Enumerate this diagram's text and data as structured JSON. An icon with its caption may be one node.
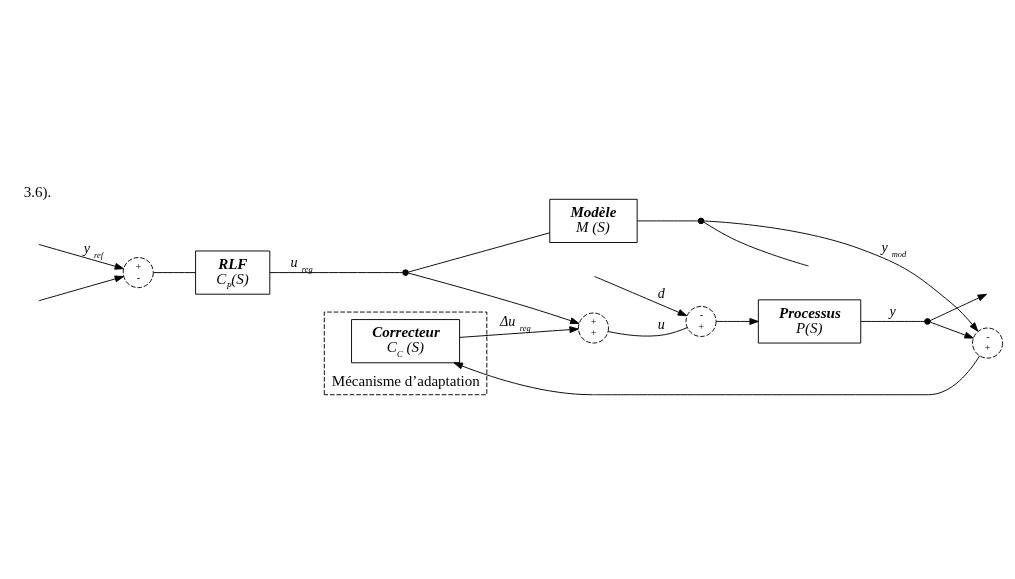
{
  "diagram": {
    "nodes": [
      {
        "text": [
          "+",
          "-"
        ]
      },
      {
        "text": [
          "RLF",
          "C$_{P}$(S)"
        ]
      },
      {
        "text": [],
        "shape": "circle"
      },
      {
        "text": [
          "+",
          "+"
        ]
      },
      {
        "text": [
          "-",
          "+"
        ]
      },
      {
        "text": [
          "Processus",
          "P(S)"
        ]
      },
      {
        "text": [],
        "shape": "circle"
      },
      {
        "text": [
          "Mécanisme d’adaptation"
        ]
      },
      {
        "text": [
          "Correcteur",
          "C$_{C}$ (S)"
        ],
        "in": 7
      },
      {
        "text": [
          "-",
          "+"
        ]
      },
      {
        "text": [
          "Modèle",
          "M (S)"
        ]
      },
      {
        "text": [],
        "shape": "circle"
      }
    ],
    "edges": [
      {
        "from": null,
        "to": 0,
        "arrow": "to",
        "label": "y $_{ref}$"
      },
      {
        "from": null,
        "to": 0,
        "arrow": "to"
      },
      {
        "from": 0,
        "to": 1,
        "arrow": "none"
      },
      {
        "from": 1,
        "to": 2,
        "arrow": "none",
        "label": "u $_{reg}$"
      },
      {
        "from": 2,
        "to": 3,
        "arrow": "to"
      },
      {
        "from": 3,
        "to": 4,
        "arrow": "none",
        "label": "u"
      },
      {
        "from": null,
        "to": 4,
        "arrow": "to",
        "label": "d"
      },
      {
        "from": 4,
        "to": 5,
        "arrow": "to"
      },
      {
        "from": 5,
        "to": 6,
        "arrow": "none",
        "label": "y"
      },
      {
        "from": 6,
        "to": null,
        "arrow": "to"
      },
      {
        "from": 6,
        "to": 9,
        "arrow": "to"
      },
      {
        "from": 9,
        "to": 8,
        "arrow": "to"
      },
      {
        "from": 8,
        "to": 3,
        "arrow": "to",
        "label": "Δu $_{reg}$"
      },
      {
        "from": 11,
        "to": 9,
        "arrow": "to",
        "label": "y $_{mod}$"
      },
      {
        "from": 2,
        "to": 10,
        "arrow": "none"
      },
      {
        "from": 10,
        "to": 11,
        "arrow": "none"
      },
      {
        "from": 11,
        "to": null,
        "arrow": "none"
      }
    ],
    "labels": [
      "3.6)."
    ]
  }
}
